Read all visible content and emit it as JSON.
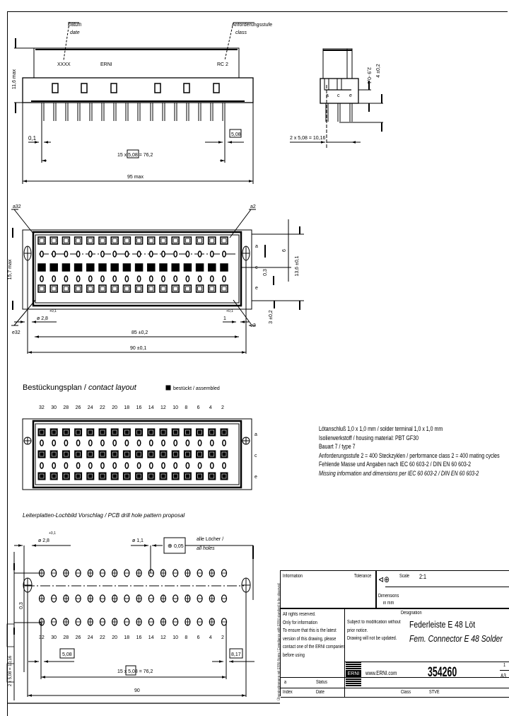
{
  "sheet": {
    "part_number": "354260",
    "title_de": "Federleiste E 48 Löt",
    "title_en": "Fem. Connector E 48 Solder",
    "website": "www.ERNI.com",
    "sheet_number": "1",
    "sheet_size": "A3",
    "scale_label": "Scale",
    "scale_value": "2:1",
    "information_label": "Information",
    "tolerance_label": "Tolerance",
    "dimension_label_1": "Dimensions",
    "dimension_label_2": "in mm",
    "designation_label": "Designation",
    "rights": [
      "All rights reserved.",
      "Only for information",
      "To ensure that this is the latest",
      "version of this drawing, please",
      "contact one of the ERNI companies",
      "before using"
    ],
    "modification": [
      "Subject to modification without",
      "prior notice.",
      "Drawing will not be updated."
    ],
    "logo_text": "ERNI",
    "row_a_label": "a",
    "row_index_label": "Index",
    "row_status_label": "Status",
    "date_label": "Date",
    "class_label": "Class",
    "class_value": "STVE",
    "side_note": "Übereinstimmung mit ERNI-Norm / Compliance with ERNI standard to be observed"
  },
  "front_view": {
    "datum_label": "Datum",
    "datum_label_en": "date",
    "class_label": "Anforderungsstufe",
    "class_label_en": "class",
    "marking_date": "XXXX",
    "marking_brand": "ERNI",
    "marking_class": "RC 2",
    "height_dim": "11,6 max",
    "offset_dim": "0,1",
    "pin_spacing_dim": "15 x 5,08 = 76,2",
    "pin_spacing_box": "5,08",
    "end_dim": "5,08",
    "overall_dim": "95 max"
  },
  "side_view": {
    "dim_top": "2,9 -0,1",
    "dim_right": "4 ±0,2",
    "row_labels": [
      "a",
      "c",
      "e"
    ],
    "pitch_dim": "2 x 5,08 = 10,16"
  },
  "top_view": {
    "corner_a32": "a32",
    "corner_a2": "a2",
    "corner_e32": "e32",
    "corner_e2": "e2",
    "row_labels": [
      "a",
      "c",
      "e"
    ],
    "height_dim": "15,7 max",
    "dim_6": "6",
    "dim_136": "13,6 ±0,1",
    "dim_03": "0,3",
    "dim_3": "3 ±0,2",
    "hole_dim": "ø 2,8",
    "hole_tol": "+0,1",
    "dim_1": "1",
    "dim_1_tol": "+0,1",
    "dim_85": "85 ±0,2",
    "dim_90": "90 ±0,1"
  },
  "contact_layout": {
    "title_de": "Bestückungsplan /",
    "title_en": "contact layout",
    "legend": "bestückt / assembled",
    "columns": [
      "32",
      "30",
      "28",
      "26",
      "24",
      "22",
      "20",
      "18",
      "16",
      "14",
      "12",
      "10",
      "8",
      "6",
      "4",
      "2"
    ],
    "row_labels": [
      "a",
      "c",
      "e"
    ]
  },
  "notes": [
    {
      "text": "Lötanschluß 1,0 x 1,0 mm / solder terminal 1,0 x 1,0 mm",
      "italic": false
    },
    {
      "text": "Isolierwerkstoff / housing material: PBT GF30",
      "italic": false
    },
    {
      "text": "Bauart 7 / type 7",
      "italic": false
    },
    {
      "text": "Anforderungsstufe 2 = 400 Steckzyklen / performance class 2 = 400 mating cycles",
      "italic": false
    },
    {
      "text": "Fehlende Masse und Angaben nach IEC 60 603-2 / DIN EN 60 603-2",
      "italic": false
    },
    {
      "text": "Missing information and dimensions per IEC 60 603-2 / DIN EN 60 603-2",
      "italic": true
    }
  ],
  "pcb_layout": {
    "title": "Leiterplatten-Lochbild Vorschlag / PCB drill hole pattern proposal",
    "hole_dim": "ø 2,8",
    "hole_tol": "+0,1",
    "pin_hole_dim": "ø 1,1",
    "position_tol": "0,05",
    "all_holes_de": "alle Löcher /",
    "all_holes_en": "all holes",
    "columns": [
      "32",
      "30",
      "28",
      "26",
      "24",
      "22",
      "20",
      "18",
      "16",
      "14",
      "12",
      "10",
      "8",
      "6",
      "4",
      "2"
    ],
    "left_dim": "2 x 5,08 = 10,16",
    "dim_03": "0,3",
    "dim_508": "5,08",
    "dim_817": "8,17",
    "pin_spacing_dim": "15 x 5,08 = 76,2",
    "pin_spacing_box": "5,08",
    "overall_dim": "90"
  }
}
